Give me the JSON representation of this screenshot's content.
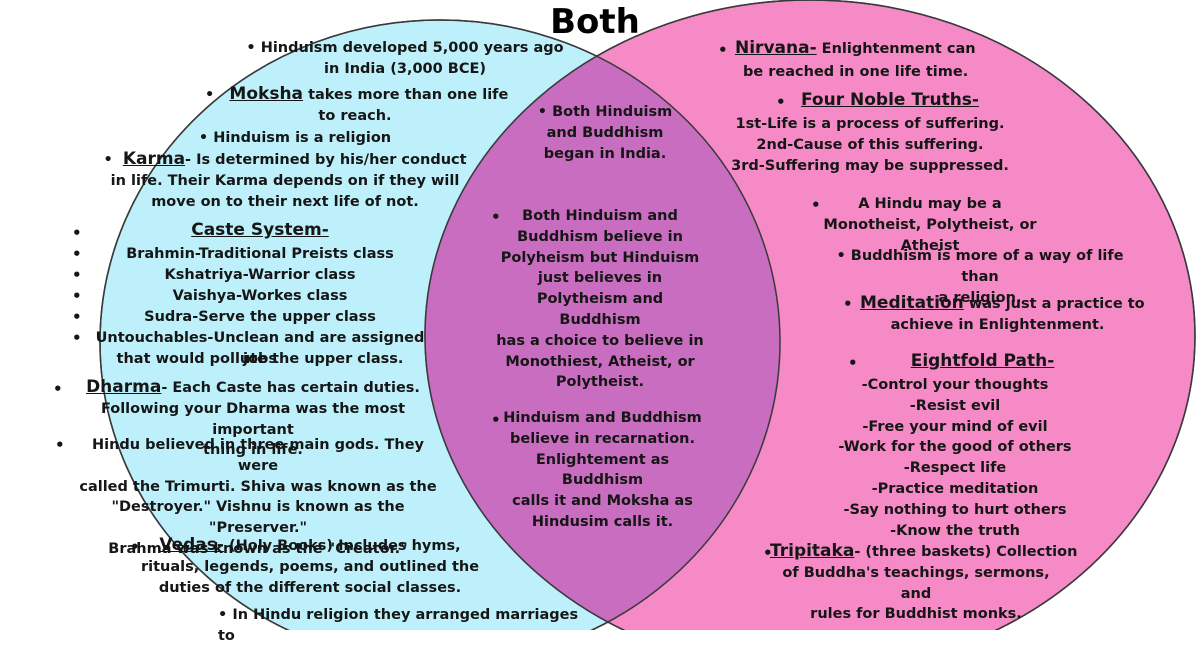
{
  "title": "Both",
  "colors": {
    "left_circle": "#bdf0fb",
    "right_circle": "#f58ac6",
    "overlap": "#c86dbf",
    "outline": "#3a3a3a"
  },
  "left": {
    "origin": [
      "• Hinduism developed 5,000 years ago",
      "in India (3,000 BCE)"
    ],
    "moksha": {
      "term": "Moksha",
      "text": " takes more than one life",
      "line2": "to reach."
    },
    "religion": "• Hinduism is a religion",
    "karma": {
      "term": "Karma",
      "text": "- Is determined by his/her conduct",
      "line2": "in life. Their Karma depends on if they will",
      "line3": "move on to their next life of not."
    },
    "caste": {
      "heading": "Caste System-",
      "items": [
        "Brahmin-Traditional Preists class",
        "Kshatriya-Warrior class",
        "Vaishya-Workes class",
        "Sudra-Serve the upper class",
        "Untouchables-Unclean and are assigned jobs"
      ],
      "last_line2": "that would pollute the upper class."
    },
    "dharma": {
      "term": "Dharma",
      "text": "- Each Caste has certain duties.",
      "line2": "Following your Dharma was the most important",
      "line3": "thing in life."
    },
    "gods": [
      "Hindu believed in three main gods. They were",
      "called the Trimurti. Shiva was known as the",
      "\"Destroyer.\" Vishnu is known as the \"Preserver.\"",
      "Brahma was known as the \"Creator.\""
    ],
    "vedas": {
      "term": "Vedas-",
      "text": " (Holy Books) Includes hyms,",
      "line2": "rituals, legends, poems, and outlined the",
      "line3": "duties of the different social classes."
    },
    "marriage": "• In Hindu religion they arranged marriages to"
  },
  "middle": {
    "india": [
      "• Both Hinduism",
      "and Buddhism",
      "began in India."
    ],
    "polyheism": [
      "Both Hinduism and",
      "Buddhism believe in",
      "Polyheism but Hinduism",
      "just believes in",
      "Polytheism and Buddhism",
      "has a choice to believe in",
      "Monothiest, Atheist, or",
      "Polytheist."
    ],
    "recarnation": [
      "Hinduism and Buddhism",
      "believe in recarnation.",
      "Enlightement as Buddhism",
      "calls it and Moksha as",
      "Hindusim calls it."
    ]
  },
  "right": {
    "nirvana": {
      "term": "Nirvana-",
      "text": " Enlightenment can",
      "line2": "be reached in one life time."
    },
    "truths": {
      "heading": "Four Noble Truths-",
      "lines": [
        "1st-Life is a process of suffering.",
        "2nd-Cause of this suffering.",
        "3rd-Suffering may be suppressed."
      ]
    },
    "hindu": [
      "A Hindu may be a",
      "Monotheist, Polytheist, or",
      "Atheist"
    ],
    "way": [
      "• Buddhism is more of a way of life than",
      "a religion."
    ],
    "meditation": {
      "term": "Meditation",
      "text": " was just a practice to",
      "line2": "achieve in Enlightenment."
    },
    "path": {
      "heading": "Eightfold Path-",
      "lines": [
        "-Control your thoughts",
        "-Resist evil",
        "-Free your mind of evil",
        "-Work for the good of others",
        "-Respect life",
        "-Practice meditation",
        "-Say nothing to hurt others",
        "-Know the truth"
      ]
    },
    "tripitaka": {
      "term": "Tripitaka",
      "text": "- (three baskets) Collection",
      "line2": "of Buddha's teachings, sermons, and",
      "line3": "rules for Buddhist monks."
    }
  }
}
